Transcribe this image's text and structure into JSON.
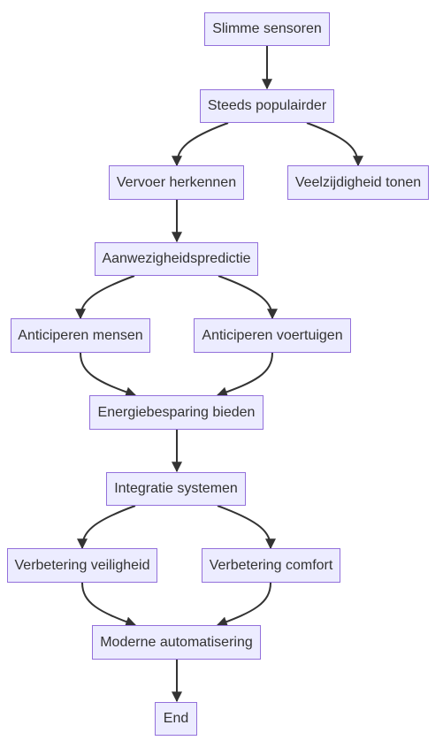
{
  "flowchart": {
    "nodes": {
      "slimme_sensoren": "Slimme sensoren",
      "steeds_populairder": "Steeds populairder",
      "vervoer_herkennen": "Vervoer herkennen",
      "veelzijdigheid_tonen": "Veelzijdigheid tonen",
      "aanwezigheidspredictie": "Aanwezigheidspredictie",
      "anticiperen_mensen": "Anticiperen mensen",
      "anticiperen_voertuigen": "Anticiperen voertuigen",
      "energiebesparing_bieden": "Energiebesparing bieden",
      "integratie_systemen": "Integratie systemen",
      "verbetering_veiligheid": "Verbetering veiligheid",
      "verbetering_comfort": "Verbetering comfort",
      "moderne_automatisering": "Moderne automatisering",
      "end": "End"
    },
    "edges": [
      [
        "slimme_sensoren",
        "steeds_populairder"
      ],
      [
        "steeds_populairder",
        "vervoer_herkennen"
      ],
      [
        "steeds_populairder",
        "veelzijdigheid_tonen"
      ],
      [
        "vervoer_herkennen",
        "aanwezigheidspredictie"
      ],
      [
        "aanwezigheidspredictie",
        "anticiperen_mensen"
      ],
      [
        "aanwezigheidspredictie",
        "anticiperen_voertuigen"
      ],
      [
        "anticiperen_mensen",
        "energiebesparing_bieden"
      ],
      [
        "anticiperen_voertuigen",
        "energiebesparing_bieden"
      ],
      [
        "energiebesparing_bieden",
        "integratie_systemen"
      ],
      [
        "integratie_systemen",
        "verbetering_veiligheid"
      ],
      [
        "integratie_systemen",
        "verbetering_comfort"
      ],
      [
        "verbetering_veiligheid",
        "moderne_automatisering"
      ],
      [
        "verbetering_comfort",
        "moderne_automatisering"
      ],
      [
        "moderne_automatisering",
        "end"
      ]
    ],
    "colors": {
      "node_fill": "#ECECFF",
      "node_border": "#9370DB",
      "edge": "#333333",
      "text": "#333333"
    }
  }
}
